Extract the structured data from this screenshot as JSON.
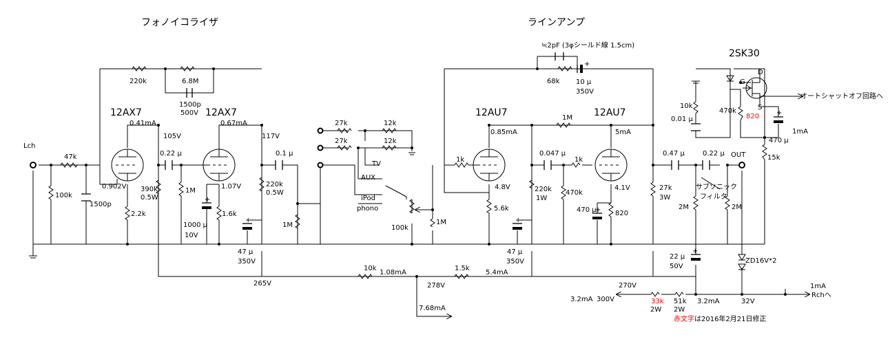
{
  "titles": {
    "phono": "フォノイコライザ",
    "line": "ラインアンプ",
    "fet": "2SK30"
  },
  "tubes": {
    "v1": "12AX7",
    "v2": "12AX7",
    "v3": "12AU7",
    "v4": "12AU7"
  },
  "labels": {
    "lch": "Lch",
    "r47k": "47k",
    "r100k": "100k",
    "c1500p": "1500p",
    "v0902": "0.902V",
    "r22k": "2.2k",
    "r220k_nfb": "220k",
    "r68m": "6.8M",
    "c1500p_500v": "1500p",
    "v500": "500V",
    "i041": "0.41mA",
    "v105": "105V",
    "c022": "0.22 μ",
    "r390k": "390k",
    "w05a": "0.5W",
    "r1m_a": "1M",
    "c1000u": "1000 μ",
    "v10": "10V",
    "i067": "0.67mA",
    "v107": "1.07V",
    "r16k": "1.6k",
    "v117": "117V",
    "c01": "0.1 μ",
    "r220k_b": "220k",
    "w05b": "0.5W",
    "c47u_a": "47 μ",
    "v350_a": "350V",
    "r1m_b": "1M",
    "v265": "265V",
    "r27k_a": "27k",
    "r27k_b": "27k",
    "r12k_a": "12k",
    "r12k_b": "12k",
    "tv": "TV",
    "aux": "AUX",
    "ipod": "iPod",
    "phono_in": "phono",
    "r100k_vol": "100k",
    "r1m_c": "1M",
    "c2pf": "≒2pF (3φシールド線  1.5cm)",
    "r68k": "68k",
    "c10u": "10 μ",
    "v350_b": "350V",
    "r1k_a": "1k",
    "i085": "0.85mA",
    "r1m_fb": "1M",
    "v48": "4.8V",
    "r56k": "5.6k",
    "c0047": "0.047 μ",
    "r1k_b": "1k",
    "r220k_c": "220k",
    "w1": "1W",
    "r470k_a": "470k",
    "i5": "5mA",
    "v41": "4.1V",
    "c470u_a": "470 μ",
    "r820": "820",
    "c47u_b": "47 μ",
    "v350_c": "350V",
    "r27k_c": "27k",
    "w3": "3W",
    "c047": "0.47 μ",
    "c022b": "0.22 μ",
    "out": "OUT",
    "subsonic": "サブソニック",
    "filter": "フィルタ",
    "r2m_a": "2M",
    "r2m_b": "2M",
    "r10k": "10k",
    "c001": "0.01 μ",
    "r470k_b": "470k",
    "r820_red": "820",
    "g": "G",
    "d": "D",
    "s": "S",
    "autoshut": "オートシャットオフ回路へ",
    "i1_a": "1mA",
    "c470u_b": "470 μ",
    "r15k": "15k",
    "c22u": "22 μ",
    "v50": "50V",
    "zd": "ZD16V*2",
    "r10k_b": "10k",
    "i108": "1.08mA",
    "r15k_b": "1.5k",
    "i54": "5.4mA",
    "v278": "278V",
    "i768": "7.68mA",
    "v270": "270V",
    "i32_a": "3.2mA",
    "v300": "300V",
    "r33k": "33k",
    "w2_a": "2W",
    "r51k": "51k",
    "w2_b": "2W",
    "i32_b": "3.2mA",
    "v32": "32V",
    "i1_b": "1mA",
    "rch": "Rchへ",
    "note_red": "赤文字",
    "note_rest": "は2016年2月21日修正"
  }
}
